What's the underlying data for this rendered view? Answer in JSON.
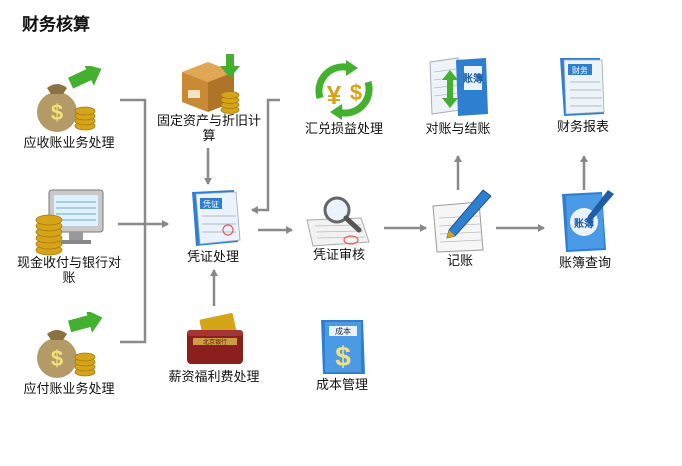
{
  "title": "财务核算",
  "nodes": {
    "receivable": "应收账业务处理",
    "cash_bank": "现金收付与银行对账",
    "payable": "应付账业务处理",
    "fixed_assets": "固定资产与折旧计算",
    "voucher": "凭证处理",
    "payroll": "薪资福利费处理",
    "exchange": "汇兑损益处理",
    "voucher_audit": "凭证审核",
    "cost": "成本管理",
    "reconcile": "对账与结账",
    "posting": "记账",
    "financial_report": "财务报表",
    "ledger_query": "账簿查询"
  },
  "icon_text": {
    "voucher": "凭证",
    "reconcile": "账簿",
    "report": "财务",
    "ledger": "账簿",
    "cost": "成本",
    "bank": "北京银行",
    "currency": "$"
  },
  "colors": {
    "arrow": "#888888",
    "money_gold": "#d6a419",
    "bag": "#b39a66",
    "book_blue": "#2f7fd0",
    "green_arrow": "#44b030"
  }
}
